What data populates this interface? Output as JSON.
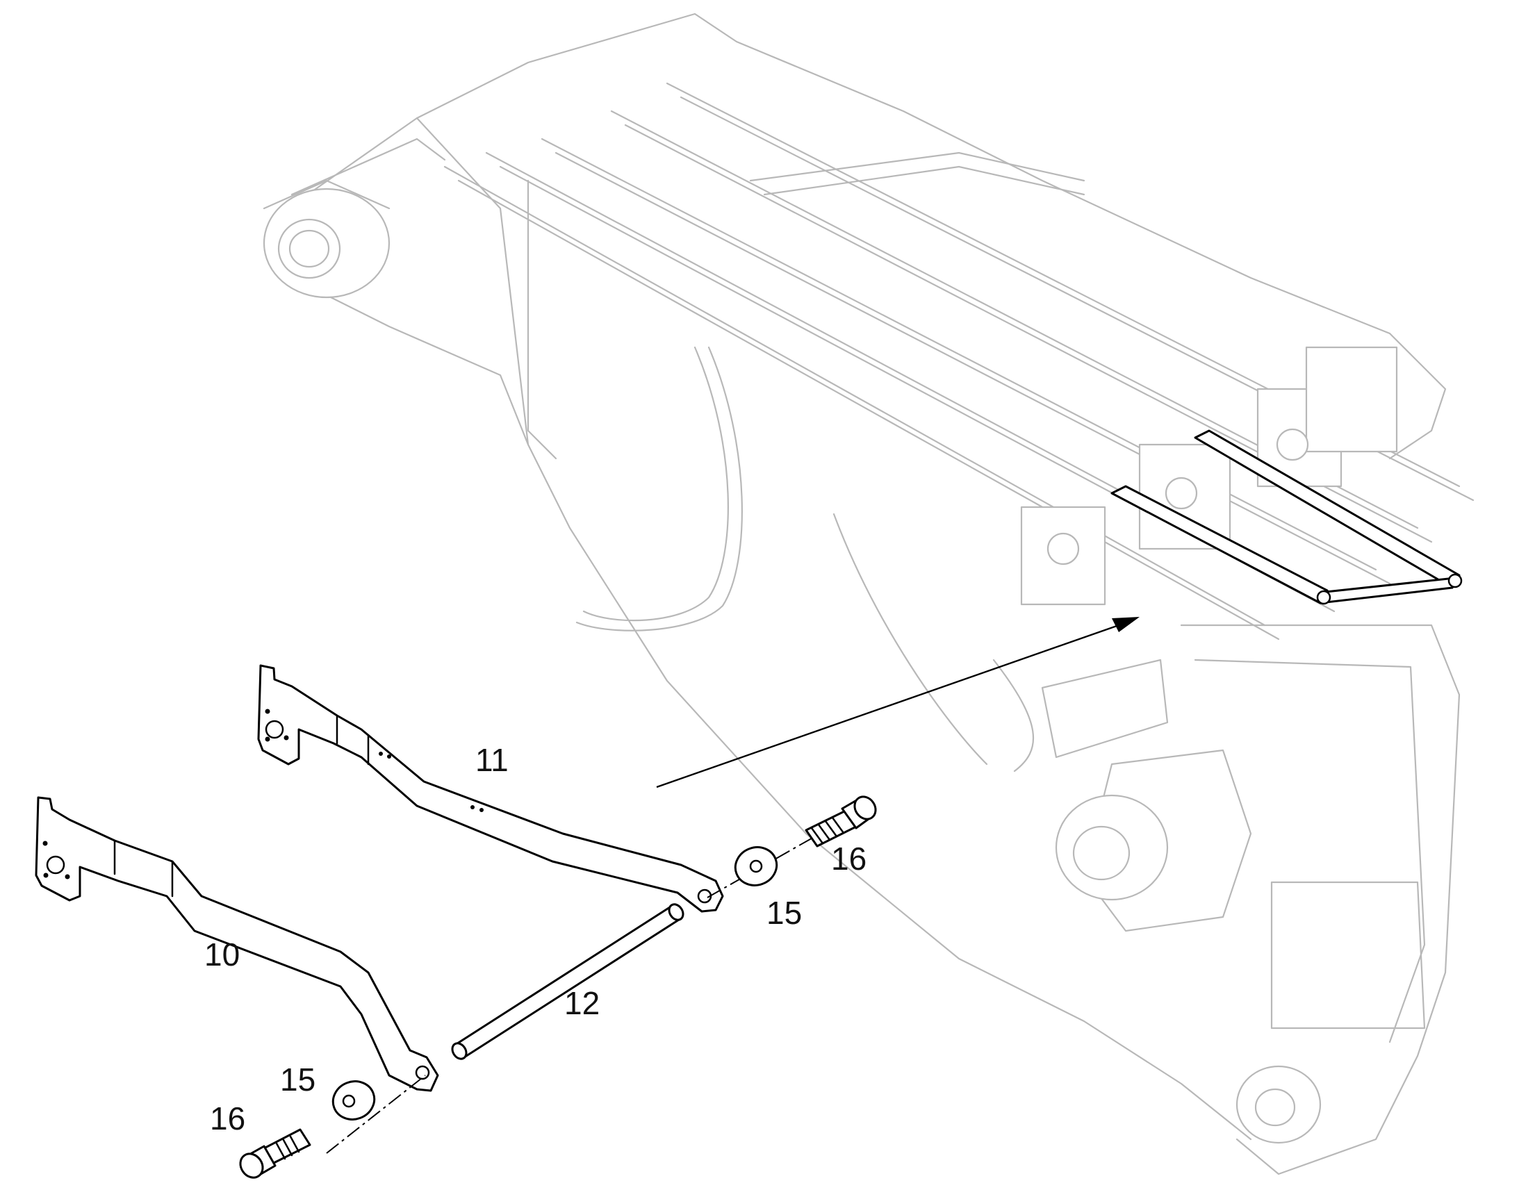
{
  "callouts": {
    "part_10": "10",
    "part_11": "11",
    "part_12": "12",
    "part_15_upper": "15",
    "part_15_lower": "15",
    "part_16_upper": "16",
    "part_16_lower": "16"
  },
  "colors": {
    "background": "#ffffff",
    "part_line": "#000000",
    "ghost_line": "#b8b8b8"
  }
}
